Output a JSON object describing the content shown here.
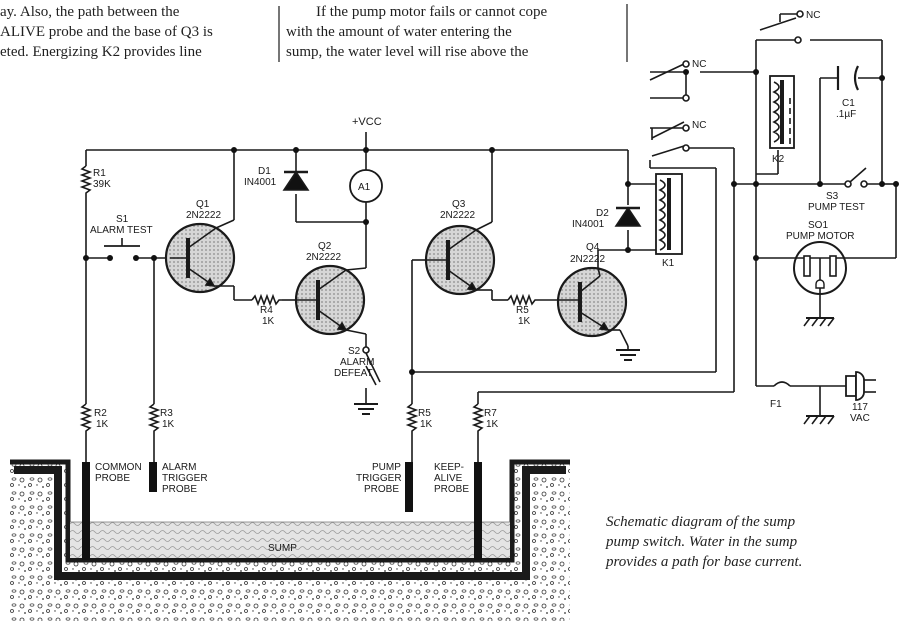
{
  "article": {
    "left_column": [
      "ay. Also, the path between the",
      "ALIVE probe and the base of Q3 is",
      "eted. Energizing K2 provides line"
    ],
    "middle_column": [
      "If the pump motor fails or cannot cope",
      "with the amount of water entering the",
      "sump, the water level will rise above the"
    ]
  },
  "caption": [
    "Schematic diagram of the sump",
    "pump switch. Water in the sump",
    "provides a path for base current."
  ],
  "schematic": {
    "vcc": "+VCC",
    "r1": [
      "R1",
      "39K"
    ],
    "s1": [
      "S1",
      "ALARM TEST"
    ],
    "q1": [
      "Q1",
      "2N2222"
    ],
    "d1": [
      "D1",
      "IN4001"
    ],
    "a1": "A1",
    "q2": [
      "Q2",
      "2N2222"
    ],
    "r4": [
      "R4",
      "1K"
    ],
    "s2": [
      "S2",
      "ALARM",
      "DEFEAT"
    ],
    "q3": [
      "Q3",
      "2N2222"
    ],
    "d2": [
      "D2",
      "IN4001"
    ],
    "q4": [
      "Q4",
      "2N2222"
    ],
    "r5a": [
      "R5",
      "1K"
    ],
    "k1": "K1",
    "r2": [
      "R2",
      "1K"
    ],
    "r3": [
      "R3",
      "1K"
    ],
    "r5b": [
      "R5",
      "1K"
    ],
    "r7": [
      "R7",
      "1K"
    ],
    "probes": {
      "common": [
        "COMMON",
        "PROBE"
      ],
      "alarm_trigger": [
        "ALARM",
        "TRIGGER",
        "PROBE"
      ],
      "pump_trigger": [
        "PUMP",
        "TRIGGER",
        "PROBE"
      ],
      "keep_alive": [
        "KEEP-",
        "ALIVE",
        "PROBE"
      ]
    },
    "sump": "SUMP",
    "nc": "NC",
    "c1": [
      "C1",
      ".1µF"
    ],
    "k2": "K2",
    "s3": [
      "S3",
      "PUMP TEST"
    ],
    "so1": [
      "SO1",
      "PUMP MOTOR"
    ],
    "f1": "F1",
    "vac": [
      "117",
      "VAC"
    ]
  }
}
